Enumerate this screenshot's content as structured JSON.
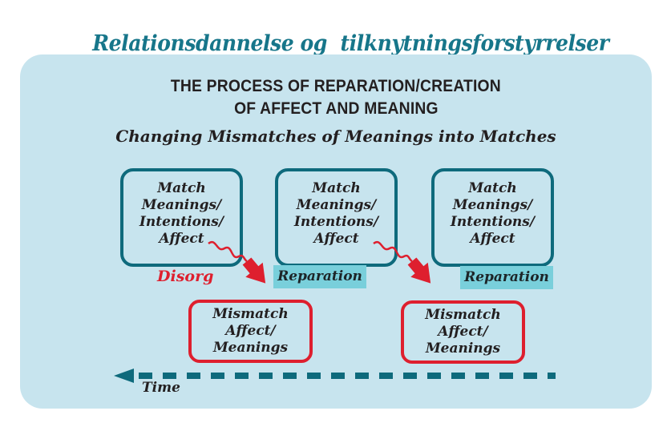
{
  "title": "Relationsdannelse og  tilknytningsforstyrrelser",
  "panel": {
    "heading_line1": "THE PROCESS OF REPARATION/CREATION",
    "heading_line2": "OF AFFECT AND MEANING",
    "subtitle": "Changing Mismatches of Meanings into Matches",
    "match_box_lines": [
      "Match",
      "Meanings/",
      "Intentions/",
      "Affect"
    ],
    "mismatch_box_lines": [
      "Mismatch",
      "Affect/",
      "Meanings"
    ],
    "disorg_label": "Disorg",
    "reparation_label": "Reparation",
    "time_label": "Time"
  },
  "icons": {
    "wavy_arrow": "red-wavy-arrow-down-right",
    "time_arrow": "teal-dashed-arrow-left"
  },
  "colors": {
    "page_background": "#ffffff",
    "panel_background": "#c7e4ee",
    "teal_border": "#0e6a7c",
    "title_teal": "#17768a",
    "red_accent": "#de1f2e",
    "reparation_background": "#79cfdb",
    "text_dark": "#231f20"
  }
}
